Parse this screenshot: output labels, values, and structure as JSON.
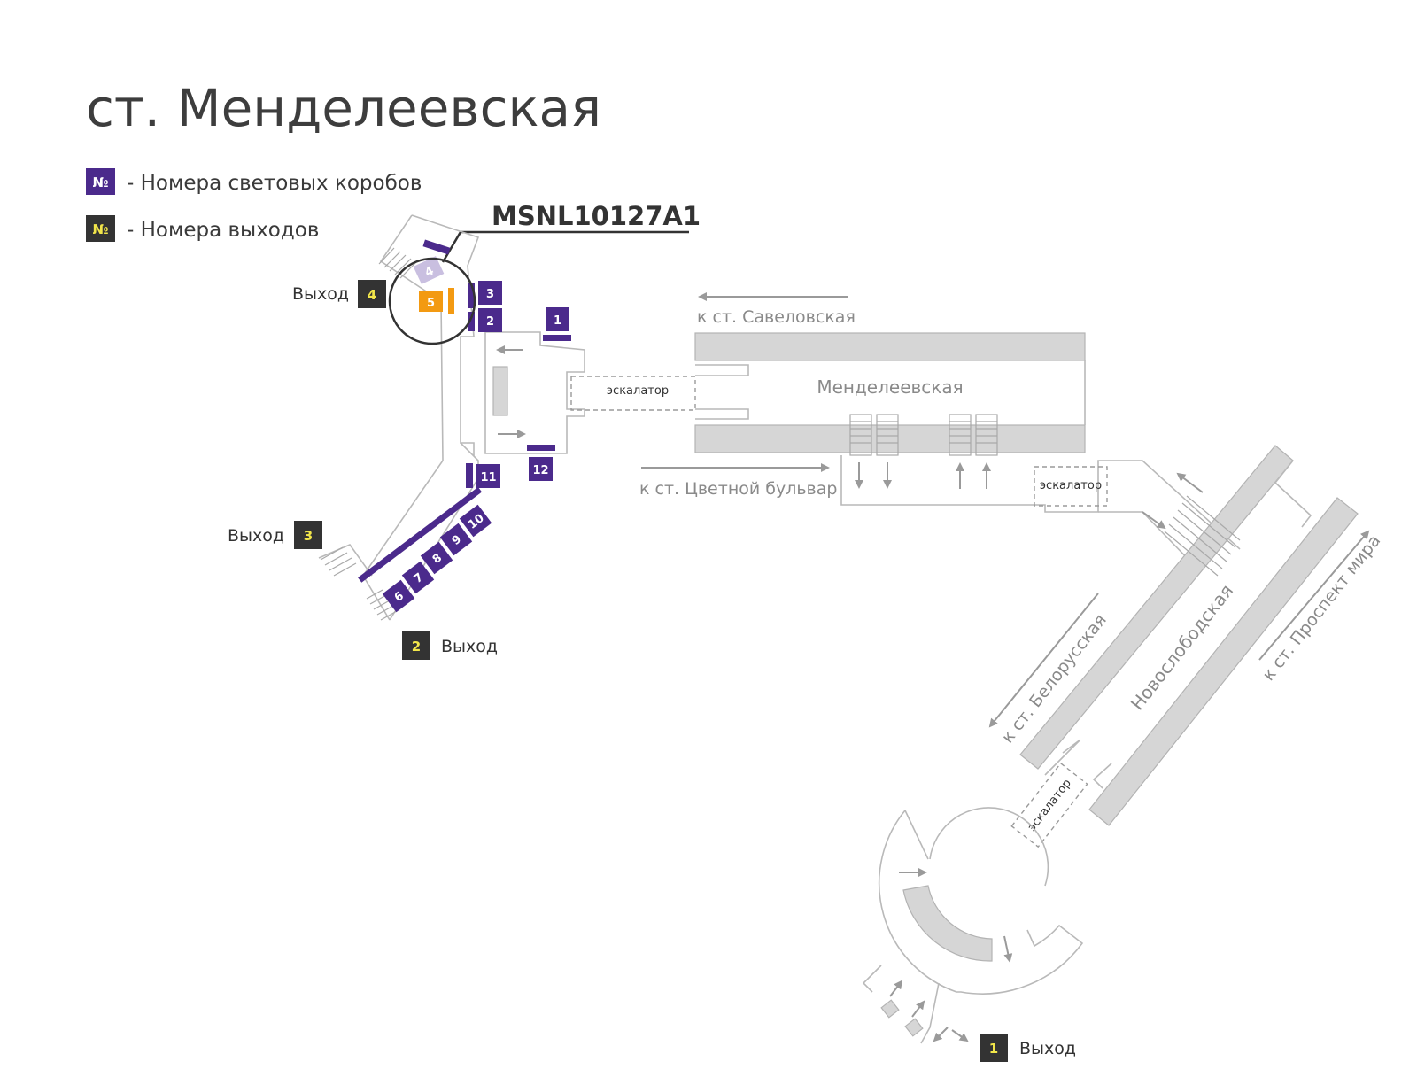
{
  "title": "ст. Менделеевская",
  "legend": [
    {
      "badge": "№",
      "text": "- Номера световых коробов",
      "color": "#4b2a8c",
      "badge_text_color": "#ffffff"
    },
    {
      "badge": "№",
      "text": "- Номера выходов",
      "color": "#333333",
      "badge_text_color": "#f2e64a"
    }
  ],
  "callout_code": "MSNL10127A1",
  "highlight_box": {
    "number": "5",
    "color": "#f39a12"
  },
  "light_boxes": [
    "1",
    "2",
    "3",
    "4",
    "6",
    "7",
    "8",
    "9",
    "10",
    "11",
    "12"
  ],
  "exits": [
    {
      "number": "4",
      "label": "Выход"
    },
    {
      "number": "3",
      "label": "Выход"
    },
    {
      "number": "2",
      "label": "Выход"
    },
    {
      "number": "1",
      "label": "Выход"
    }
  ],
  "station_names": [
    "Менделеевская",
    "Новослободская"
  ],
  "directions": [
    "к ст. Савеловская",
    "к ст. Цветной бульвар",
    "к ст. Белорусская",
    "к ст. Проспект мира"
  ],
  "escalator_label": "эскалатор",
  "colors": {
    "light_box": "#4b2a8c",
    "exit_badge": "#333333",
    "exit_number": "#f2e64a",
    "highlight": "#f39a12",
    "faded_box": "#c9bfe0"
  }
}
